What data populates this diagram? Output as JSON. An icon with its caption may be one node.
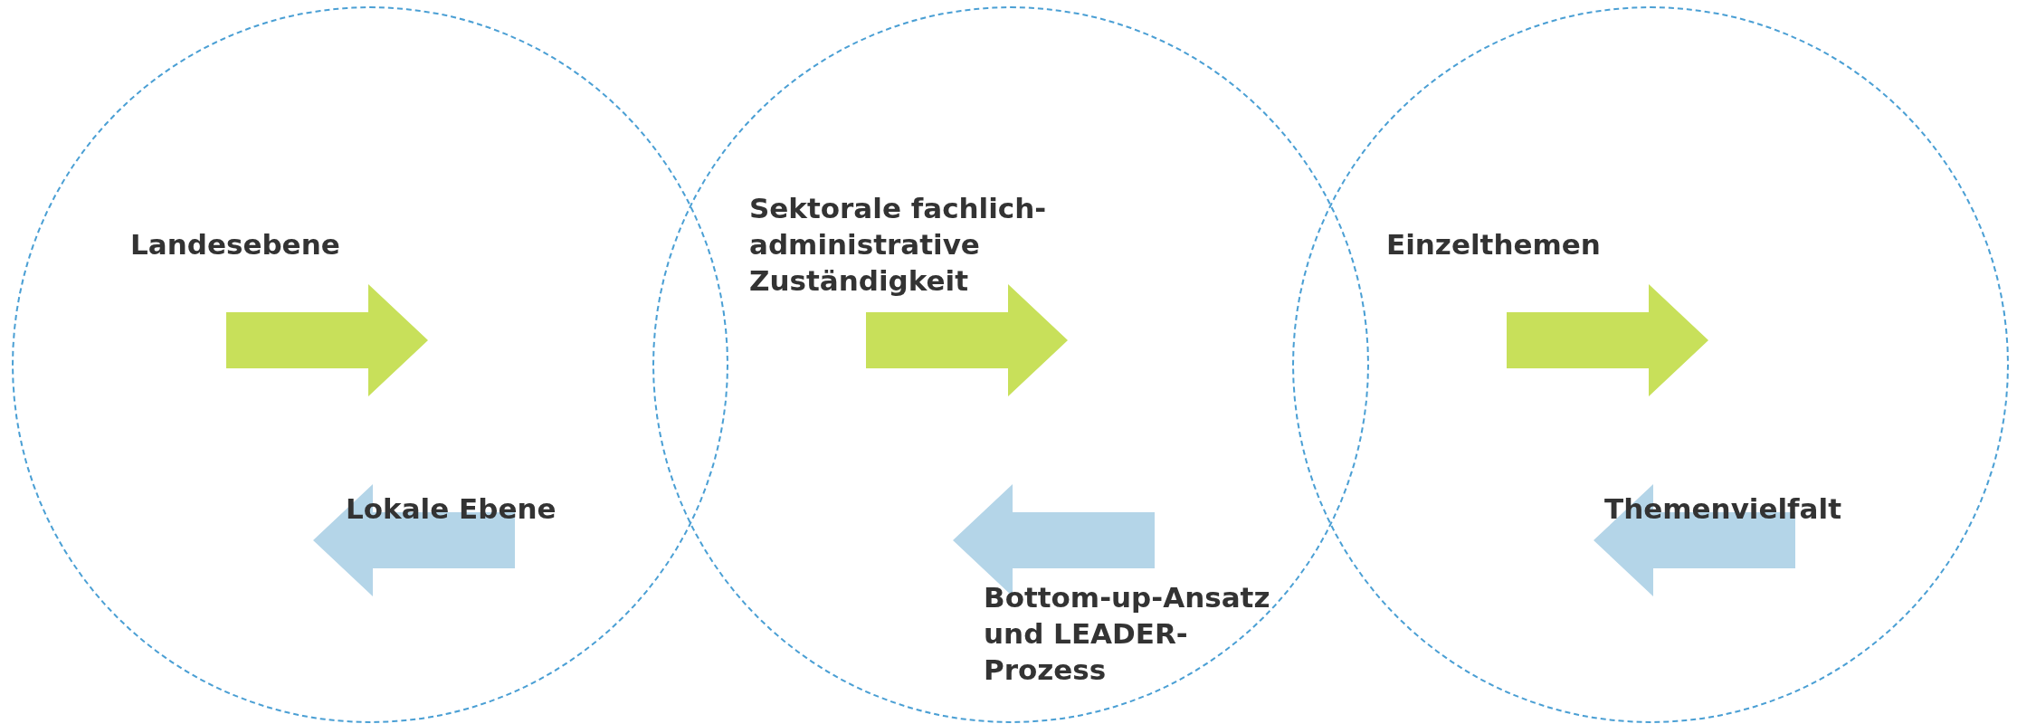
{
  "diagram": {
    "nodes": [
      {
        "text": [],
        "shape": "circle"
      },
      {
        "text": [
          "Landesebene"
        ],
        "in": 0
      },
      {
        "text": [
          "Lokale Ebene"
        ],
        "in": 0
      },
      {
        "text": [],
        "shape": "circle"
      },
      {
        "text": [
          "Sektorale fachlich-administrative Zuständigkeit"
        ],
        "in": 3
      },
      {
        "text": [
          "Bottom-up-Ansatz und LEADER-Prozess"
        ],
        "in": 3
      },
      {
        "text": [],
        "shape": "circle"
      },
      {
        "text": [
          "Einzelthemen"
        ],
        "in": 6
      },
      {
        "text": [
          "Themenvielfalt"
        ],
        "in": 6
      }
    ]
  }
}
